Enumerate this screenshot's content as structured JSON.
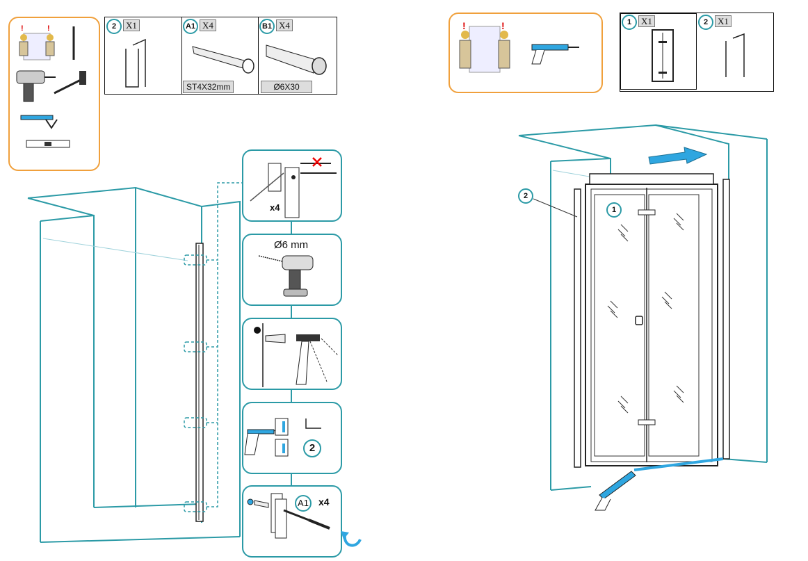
{
  "left_parts": [
    {
      "label": "2",
      "qty": "X1",
      "spec": ""
    },
    {
      "label": "A1",
      "qty": "X4",
      "spec": "ST4X32mm"
    },
    {
      "label": "B1",
      "qty": "X4",
      "spec": "Ø6X30"
    }
  ],
  "right_parts": [
    {
      "label": "1",
      "qty": "X1"
    },
    {
      "label": "2",
      "qty": "X1"
    }
  ],
  "steps": {
    "mark_count": "x4",
    "drill_size": "Ø6 mm",
    "profile_label": "2",
    "screw_label": "A1",
    "screw_count": "x4"
  },
  "door_labels": {
    "profile": "2",
    "door": "1"
  },
  "colors": {
    "teal": "#2b9aa6",
    "orange": "#f0a03c",
    "blue": "#2fa6e0"
  }
}
